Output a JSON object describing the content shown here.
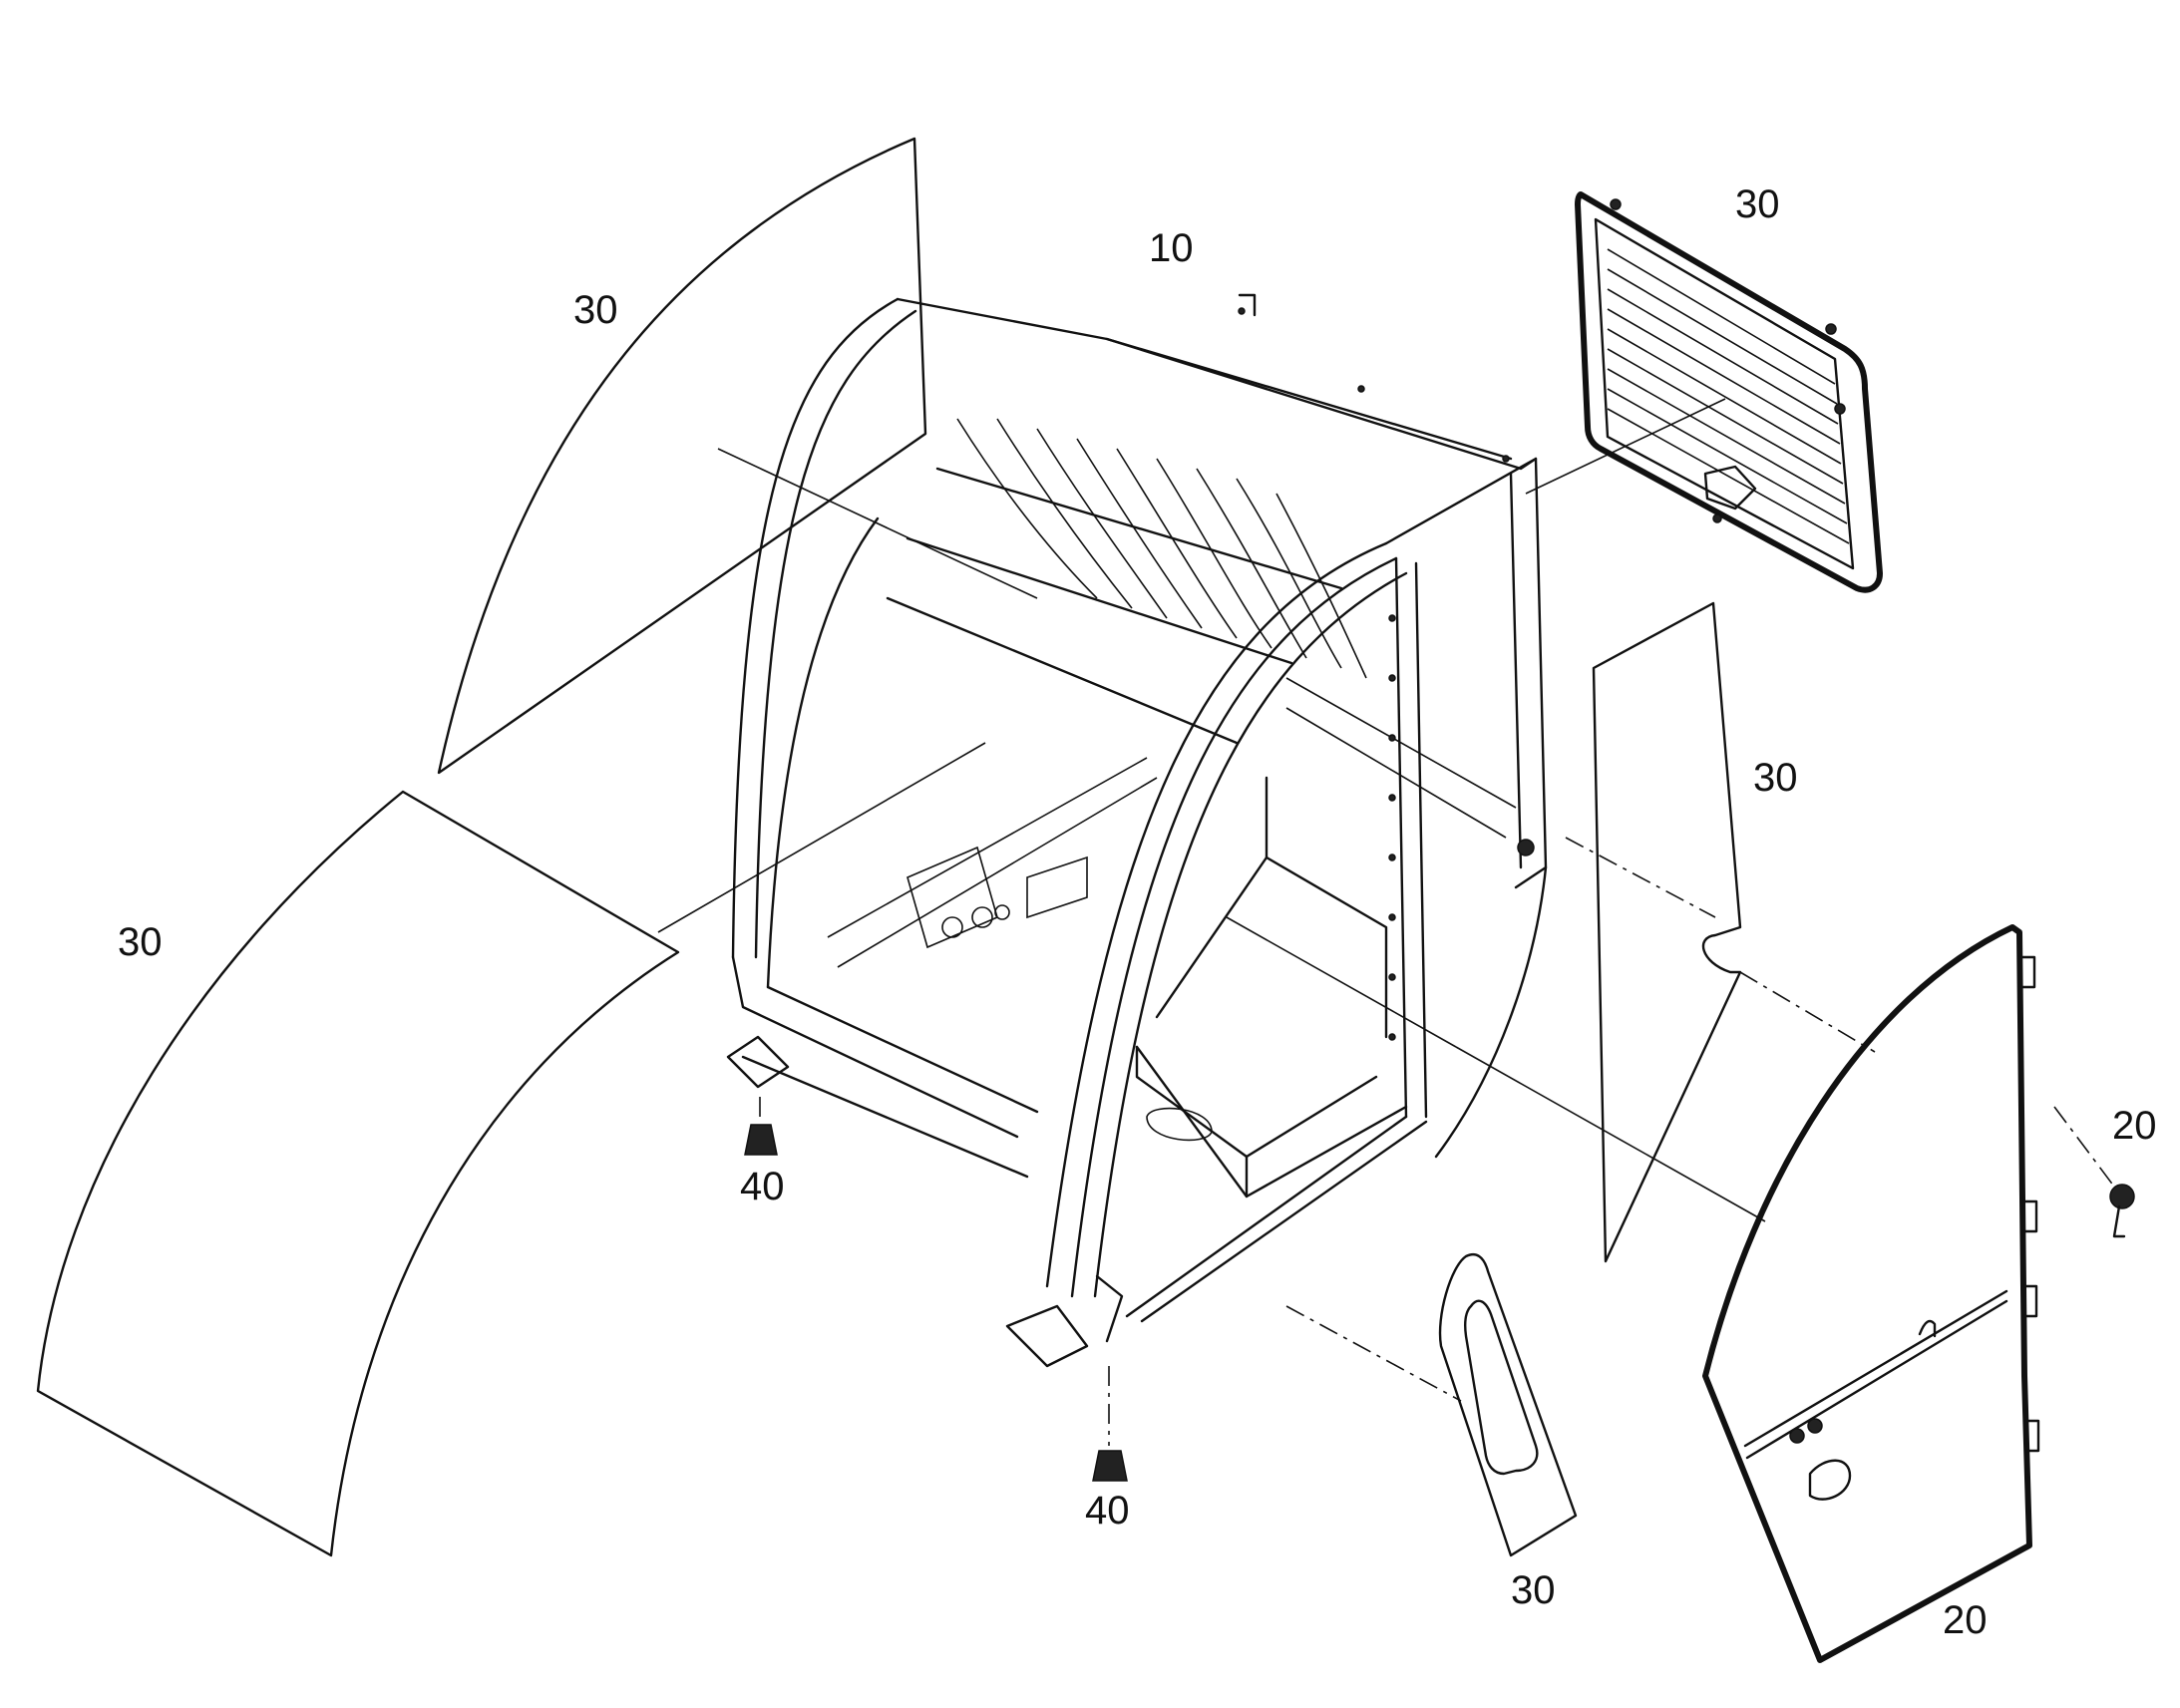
{
  "callouts": [
    {
      "id": "left-top-glass",
      "text": "30"
    },
    {
      "id": "frame",
      "text": "10"
    },
    {
      "id": "rear-window",
      "text": "30"
    },
    {
      "id": "left-front-glass",
      "text": "30"
    },
    {
      "id": "right-glass",
      "text": "30"
    },
    {
      "id": "hinge",
      "text": "20"
    },
    {
      "id": "left-mount",
      "text": "40"
    },
    {
      "id": "bottom-mount",
      "text": "40"
    },
    {
      "id": "small-glass",
      "text": "30"
    },
    {
      "id": "door",
      "text": "20"
    }
  ]
}
